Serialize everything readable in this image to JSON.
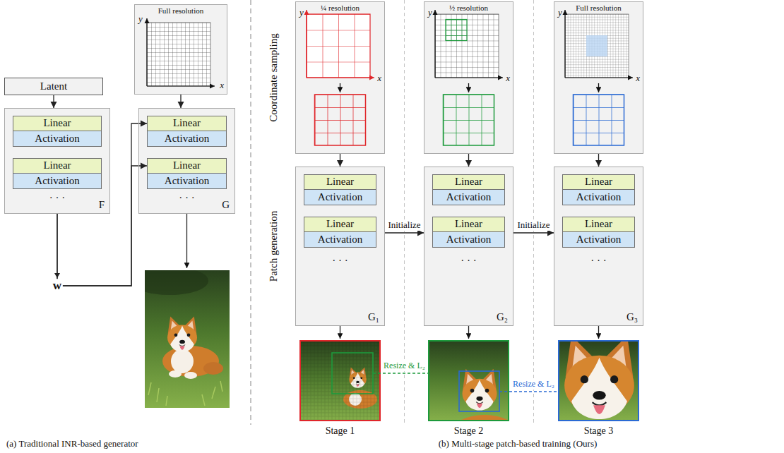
{
  "diagram": {
    "nodes": [
      {
        "text": [
          "Latent"
        ]
      },
      {
        "text": [
          "· · ·",
          "F"
        ]
      },
      {
        "text": [
          "Linear"
        ],
        "in": 1
      },
      {
        "text": [
          "Activation"
        ],
        "in": 1
      },
      {
        "text": [
          "Linear"
        ],
        "in": 1
      },
      {
        "text": [
          "Activation"
        ],
        "in": 1
      },
      {
        "text": [
          "Full resolution",
          "y",
          "x"
        ]
      },
      {
        "text": [
          "· · ·",
          "G"
        ]
      },
      {
        "text": [
          "Linear"
        ],
        "in": 7
      },
      {
        "text": [
          "Activation"
        ],
        "in": 7
      },
      {
        "text": [
          "Linear"
        ],
        "in": 7
      },
      {
        "text": [
          "Activation"
        ],
        "in": 7
      },
      {
        "text": [
          "¼ resolution",
          "y",
          "x"
        ]
      },
      {
        "text": [
          "½ resolution",
          "y",
          "x"
        ]
      },
      {
        "text": [
          "Full resolution",
          "y",
          "x"
        ]
      },
      {
        "text": [
          "· · ·",
          "G₁"
        ]
      },
      {
        "text": [
          "Linear"
        ],
        "in": 15
      },
      {
        "text": [
          "Activation"
        ],
        "in": 15
      },
      {
        "text": [
          "Linear"
        ],
        "in": 15
      },
      {
        "text": [
          "Activation"
        ],
        "in": 15
      },
      {
        "text": [
          "· · ·",
          "G₂"
        ]
      },
      {
        "text": [
          "Linear"
        ],
        "in": 20
      },
      {
        "text": [
          "Activation"
        ],
        "in": 20
      },
      {
        "text": [
          "Linear"
        ],
        "in": 20
      },
      {
        "text": [
          "Activation"
        ],
        "in": 20
      },
      {
        "text": [
          "· · ·",
          "G₃"
        ]
      },
      {
        "text": [
          "Linear"
        ],
        "in": 25
      },
      {
        "text": [
          "Activation"
        ],
        "in": 25
      },
      {
        "text": [
          "Linear"
        ],
        "in": 25
      },
      {
        "text": [
          "Activation"
        ],
        "in": 25
      }
    ],
    "edges": [
      {
        "from": 0,
        "to": 1,
        "arrow": "to"
      },
      {
        "from": 1,
        "to": 8,
        "arrow": "to",
        "label": "w"
      },
      {
        "from": 1,
        "to": 10,
        "arrow": "to"
      },
      {
        "from": 6,
        "to": 7,
        "arrow": "to"
      },
      {
        "from": 12,
        "to": 15,
        "arrow": "to"
      },
      {
        "from": 13,
        "to": 20,
        "arrow": "to"
      },
      {
        "from": 14,
        "to": 25,
        "arrow": "to"
      },
      {
        "from": 15,
        "to": 20,
        "arrow": "to",
        "label": "Initialize"
      },
      {
        "from": 20,
        "to": 25,
        "arrow": "to",
        "label": "Initialize"
      }
    ],
    "labels": [
      "Coordinate sampling",
      "Patch generation",
      "Resize & L₂",
      "Resize & L₂",
      "Stage 1",
      "Stage 2",
      "Stage 3",
      "(a) Traditional INR-based generator",
      "(b) Multi-stage patch-based training (Ours)"
    ]
  }
}
